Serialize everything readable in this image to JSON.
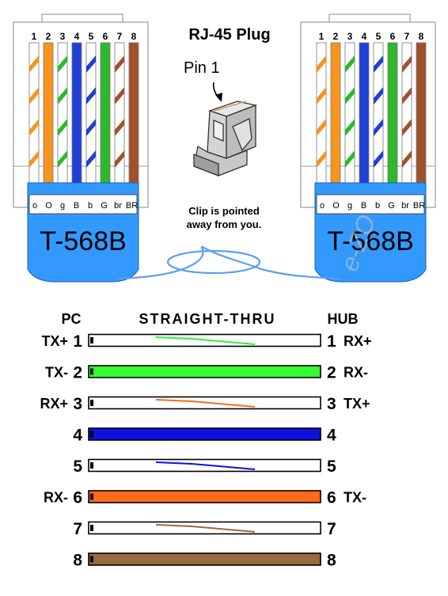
{
  "title": "RJ-45 Plug",
  "pin1_label": "Pin 1",
  "clip_note_line1": "Clip is pointed",
  "clip_note_line2": "away from you.",
  "watermark": "e-ZO",
  "plugs": [
    {
      "standard": "T-568B",
      "pin_numbers": [
        "1",
        "2",
        "3",
        "4",
        "5",
        "6",
        "7",
        "8"
      ],
      "wire_codes": [
        "o",
        "O",
        "g",
        "B",
        "b",
        "G",
        "br",
        "BR"
      ]
    },
    {
      "standard": "T-568B",
      "pin_numbers": [
        "1",
        "2",
        "3",
        "4",
        "5",
        "6",
        "7",
        "8"
      ],
      "wire_codes": [
        "o",
        "O",
        "g",
        "B",
        "b",
        "G",
        "br",
        "BR"
      ]
    }
  ],
  "wires_568b": [
    {
      "base": "#ffffff",
      "stripe": "#f7941d"
    },
    {
      "base": "#f7941d",
      "stripe": null
    },
    {
      "base": "#ffffff",
      "stripe": "#2db82d"
    },
    {
      "base": "#1f3fd6",
      "stripe": null
    },
    {
      "base": "#ffffff",
      "stripe": "#1f3fd6"
    },
    {
      "base": "#2db82d",
      "stripe": null
    },
    {
      "base": "#ffffff",
      "stripe": "#a0522d"
    },
    {
      "base": "#a0522d",
      "stripe": null
    }
  ],
  "cable_color": "#5aa0ef",
  "connector_color": "#3399ff",
  "table": {
    "left_header": "PC",
    "center_header": "STRAIGHT-THRU",
    "right_header": "HUB",
    "rows": [
      {
        "pin": "1",
        "left_signal": "TX+",
        "right_signal": "RX+",
        "fill": "#ffffff",
        "stripe": "#33ee33"
      },
      {
        "pin": "2",
        "left_signal": "TX-",
        "right_signal": "RX-",
        "fill": "#33ff33",
        "stripe": null
      },
      {
        "pin": "3",
        "left_signal": "RX+",
        "right_signal": "TX+",
        "fill": "#ffffff",
        "stripe": "#ff6a1a"
      },
      {
        "pin": "4",
        "left_signal": "",
        "right_signal": "",
        "fill": "#1010e0",
        "stripe": null
      },
      {
        "pin": "5",
        "left_signal": "",
        "right_signal": "",
        "fill": "#ffffff",
        "stripe": "#1010e0"
      },
      {
        "pin": "6",
        "left_signal": "RX-",
        "right_signal": "TX-",
        "fill": "#ff6a1a",
        "stripe": null
      },
      {
        "pin": "7",
        "left_signal": "",
        "right_signal": "",
        "fill": "#ffffff",
        "stripe": "#a0663a"
      },
      {
        "pin": "8",
        "left_signal": "",
        "right_signal": "",
        "fill": "#99683d",
        "stripe": null
      }
    ]
  }
}
